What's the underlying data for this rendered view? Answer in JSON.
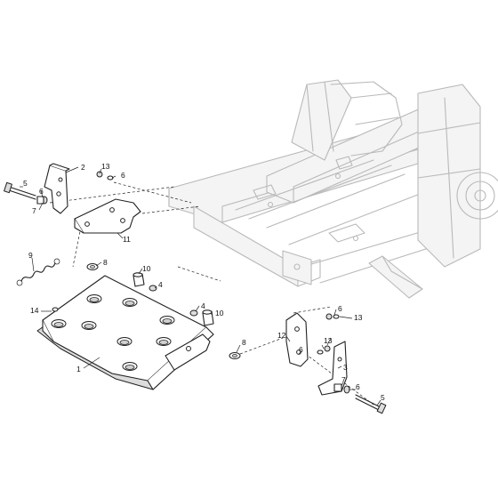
{
  "callouts": [
    {
      "id": "c2",
      "text": "2"
    },
    {
      "id": "c5a",
      "text": "5"
    },
    {
      "id": "c6a",
      "text": "6"
    },
    {
      "id": "c7a",
      "text": "7"
    },
    {
      "id": "c13a",
      "text": "13"
    },
    {
      "id": "c6b",
      "text": "6"
    },
    {
      "id": "c11",
      "text": "11"
    },
    {
      "id": "c9",
      "text": "9"
    },
    {
      "id": "c8a",
      "text": "8"
    },
    {
      "id": "c10a",
      "text": "10"
    },
    {
      "id": "c4a",
      "text": "4"
    },
    {
      "id": "c14",
      "text": "14"
    },
    {
      "id": "c4b",
      "text": "4"
    },
    {
      "id": "c10b",
      "text": "10"
    },
    {
      "id": "c1",
      "text": "1"
    },
    {
      "id": "c8b",
      "text": "8"
    },
    {
      "id": "c6c",
      "text": "6"
    },
    {
      "id": "c13b",
      "text": "13"
    },
    {
      "id": "c12",
      "text": "12"
    },
    {
      "id": "c6d",
      "text": "6"
    },
    {
      "id": "c13c",
      "text": "13"
    },
    {
      "id": "c3",
      "text": "3"
    },
    {
      "id": "c7b",
      "text": "7"
    },
    {
      "id": "c6e",
      "text": "6"
    },
    {
      "id": "c5b",
      "text": "5"
    }
  ]
}
